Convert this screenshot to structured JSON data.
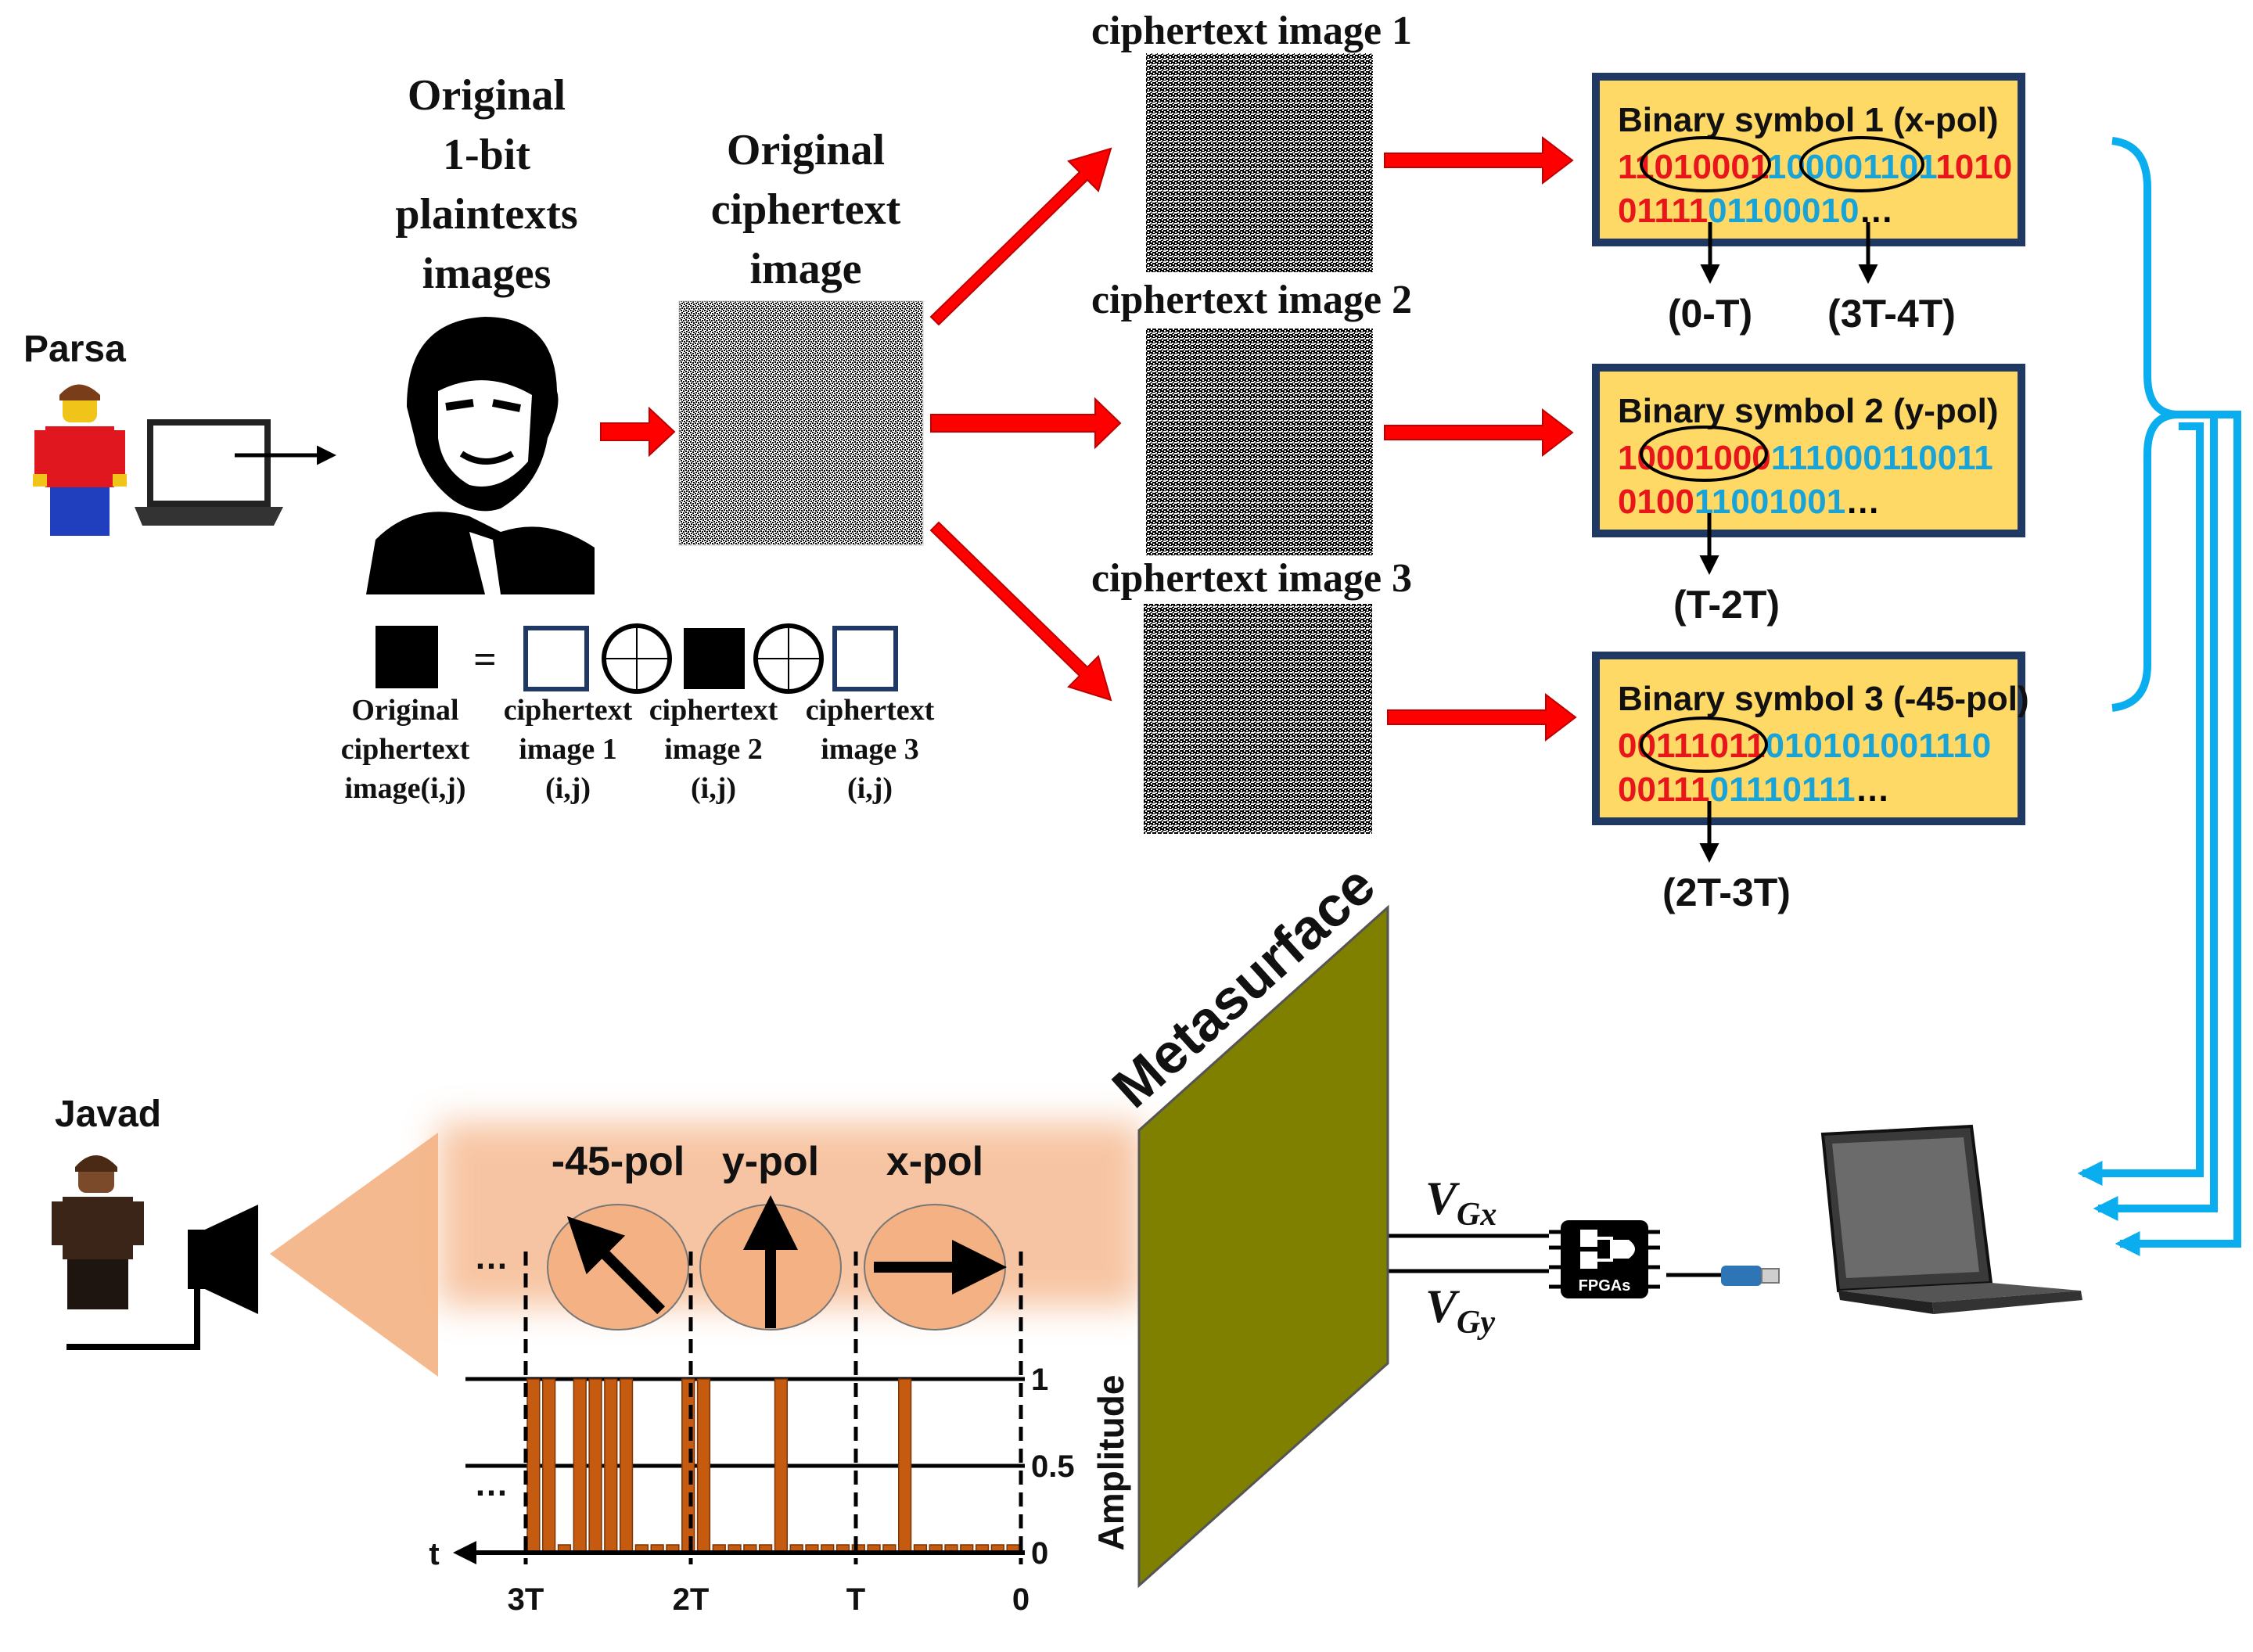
{
  "sender": {
    "name": "Parsa"
  },
  "receiver": {
    "name": "Javad"
  },
  "plaintext_title": [
    "Original",
    "1-bit",
    "plaintexts",
    "images"
  ],
  "cipher_title": [
    "Original",
    "ciphertext",
    "image"
  ],
  "xor_equation": {
    "equals": "=",
    "captions": [
      [
        "Original",
        "ciphertext",
        "image(i,j)"
      ],
      [
        "ciphertext",
        "image 1",
        "(i,j)"
      ],
      [
        "ciphertext",
        "image 2",
        "(i,j)"
      ],
      [
        "ciphertext",
        "image 3",
        "(i,j)"
      ]
    ]
  },
  "cipher_images": [
    "ciphertext image 1",
    "ciphertext image 2",
    "ciphertext image 3"
  ],
  "binary_boxes": [
    {
      "title": "Binary symbol 1 (x-pol)",
      "line1": [
        {
          "t": "11010001",
          "c": "red"
        },
        {
          "t": "100001101",
          "c": "blu"
        },
        {
          "t": "1010",
          "c": "red"
        }
      ],
      "line2": [
        {
          "t": "01111",
          "c": "red"
        },
        {
          "t": "01100010",
          "c": "blu"
        },
        {
          "t": "…",
          "c": "blk"
        }
      ],
      "slots": [
        "(0-T)",
        "(3T-4T)"
      ]
    },
    {
      "title": "Binary symbol 2 (y-pol)",
      "line1": [
        {
          "t": "10001000",
          "c": "red"
        },
        {
          "t": "111000110011",
          "c": "blu"
        }
      ],
      "line2": [
        {
          "t": "0100",
          "c": "red"
        },
        {
          "t": "11001001",
          "c": "blu"
        },
        {
          "t": "…",
          "c": "blk"
        }
      ],
      "slots": [
        "(T-2T)"
      ]
    },
    {
      "title": "Binary symbol 3 (-45-pol)",
      "line1": [
        {
          "t": "00111011",
          "c": "red"
        },
        {
          "t": "010101001110",
          "c": "blu"
        }
      ],
      "line2": [
        {
          "t": "00111",
          "c": "red"
        },
        {
          "t": "01110111",
          "c": "blu"
        },
        {
          "t": "…",
          "c": "blk"
        }
      ],
      "slots": [
        "(2T-3T)"
      ]
    }
  ],
  "metasurface": {
    "label": "Metasurface"
  },
  "control": {
    "vgx": "V",
    "vgx_sub": "Gx",
    "vgy": "V",
    "vgy_sub": "Gy",
    "fpga": "FPGAs"
  },
  "polarizations": [
    "-45-pol",
    "y-pol",
    "x-pol"
  ],
  "ellipsis": "…",
  "chart_data": {
    "type": "bar",
    "xlabel": "t",
    "ylabel": "Amplitude",
    "x_ticks": [
      "3T",
      "2T",
      "T",
      "0"
    ],
    "y_ticks": [
      "0",
      "0.5",
      "1"
    ],
    "ylim": [
      0,
      1
    ],
    "values": [
      0,
      0,
      0,
      0,
      0,
      0,
      0,
      1,
      0,
      0,
      0,
      0,
      0,
      0,
      0,
      1,
      0,
      0,
      0,
      0,
      1,
      1,
      0,
      0,
      0,
      1,
      1,
      1,
      1,
      0,
      1,
      1
    ],
    "colors": {
      "bar": "#c55a11"
    }
  },
  "colors": {
    "arrow_red": "#ff0000",
    "box_fill": "#ffd966",
    "box_border": "#203864",
    "bit_red": "#e8151b",
    "bit_blue": "#19a3d6",
    "bus_blue": "#0aaeef",
    "metasurface": "#7f7f00",
    "beam": "#f4b183"
  }
}
